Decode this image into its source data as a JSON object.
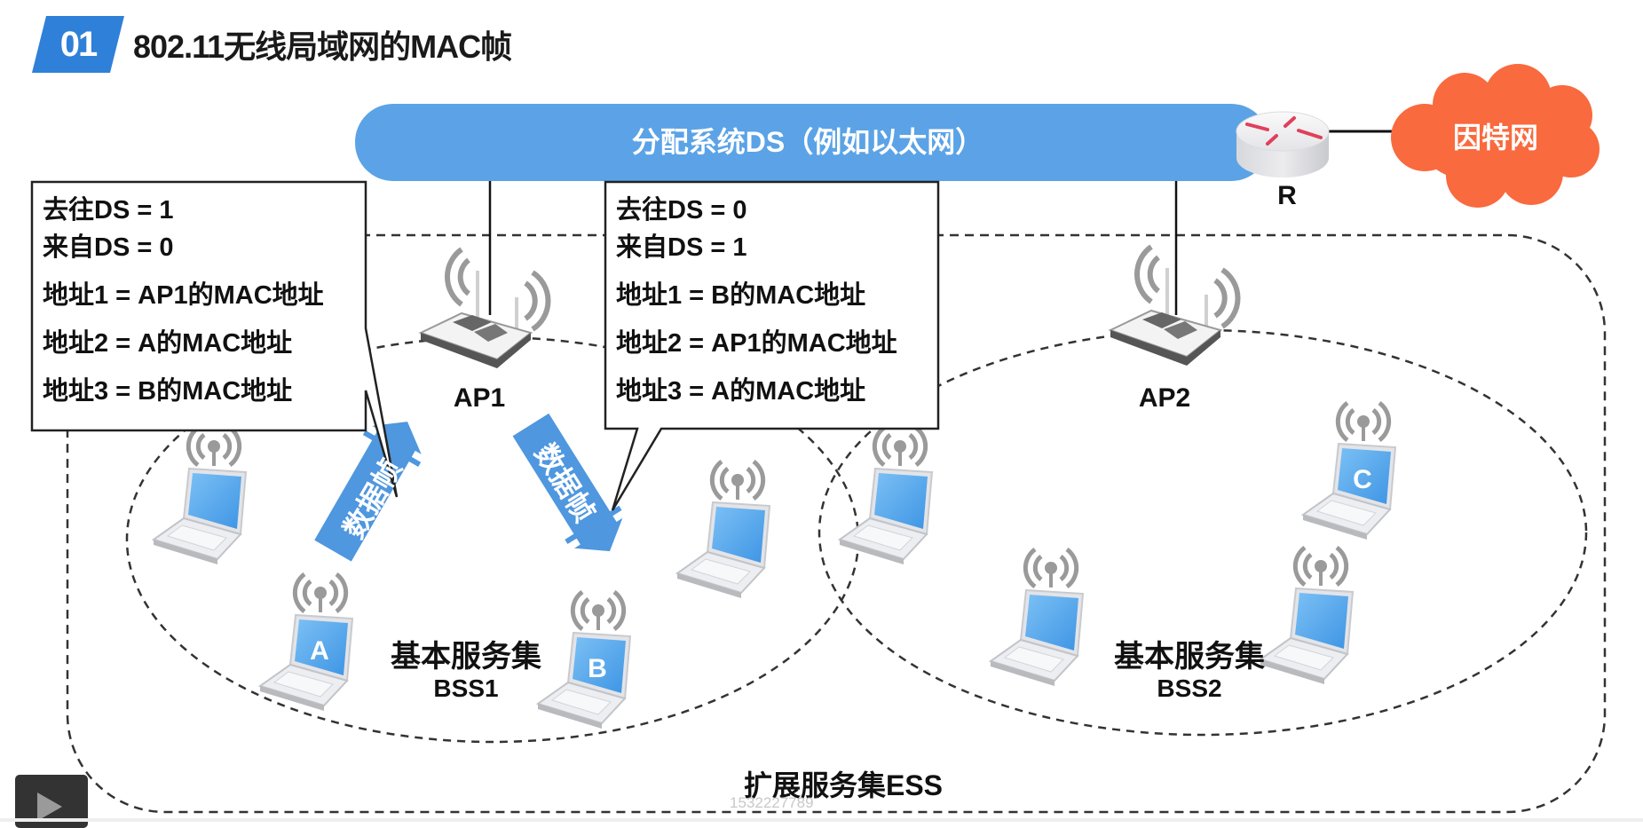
{
  "header": {
    "badge_number": "01",
    "title": "802.11无线局域网的MAC帧"
  },
  "colors": {
    "accent_blue": "#2f80d8",
    "ds_bar": "#5ba3e6",
    "internet_cloud": "#f96a3e",
    "frame_arrow": "#4f97df",
    "laptop_screen": "#5aaaf0"
  },
  "network": {
    "ds_label": "分配系统DS（例如以太网）",
    "router_label": "R",
    "internet_label": "因特网",
    "ap1_label": "AP1",
    "ap2_label": "AP2",
    "bss1": {
      "name": "基本服务集",
      "id": "BSS1"
    },
    "bss2": {
      "name": "基本服务集",
      "id": "BSS2"
    },
    "ess_label": "扩展服务集ESS",
    "station_a": "A",
    "station_b": "B",
    "station_c": "C",
    "frame_arrow_label": "数据帧"
  },
  "callouts": [
    {
      "lines": [
        "去往DS = 1",
        "来自DS = 0",
        "地址1 = AP1的MAC地址",
        "地址2 = A的MAC地址",
        "地址3 = B的MAC地址"
      ]
    },
    {
      "lines": [
        "去往DS = 0",
        "来自DS = 1",
        "地址1 = B的MAC地址",
        "地址2 = AP1的MAC地址",
        "地址3 = A的MAC地址"
      ]
    }
  ],
  "watermark": "1532227789",
  "player": {
    "play_icon": "play-icon"
  }
}
